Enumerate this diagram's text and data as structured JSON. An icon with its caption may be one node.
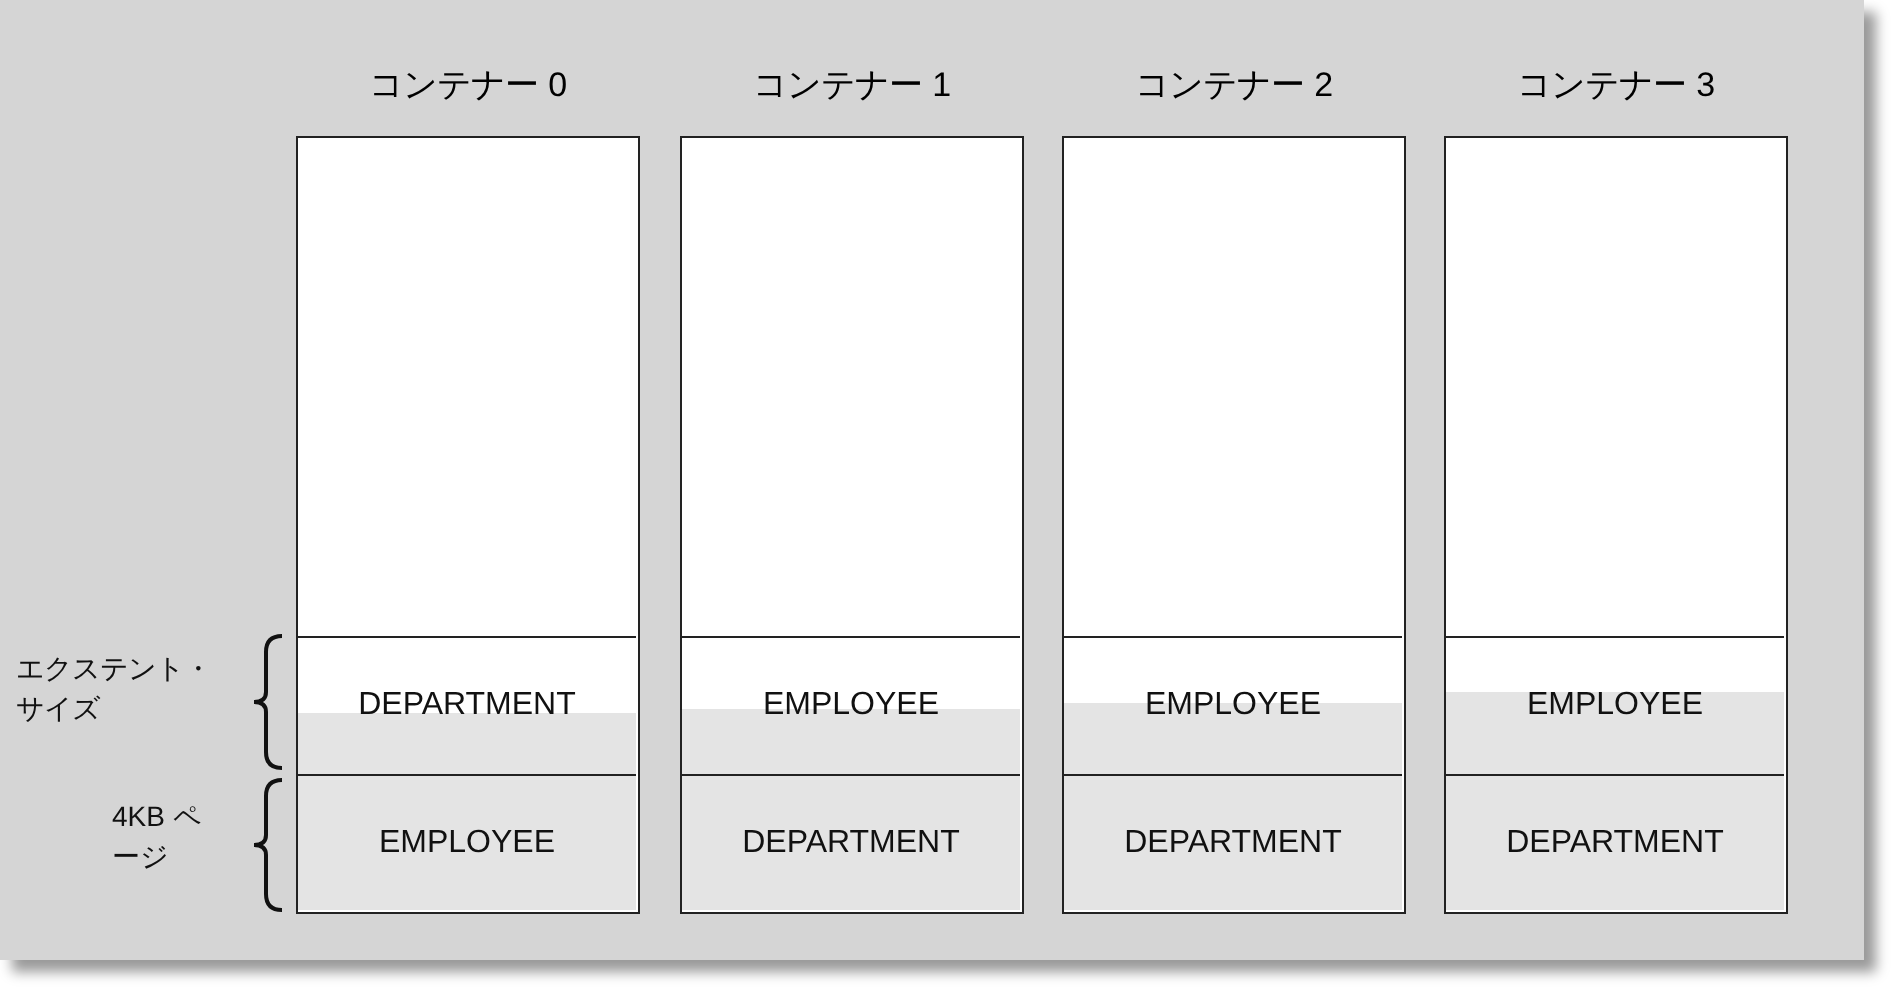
{
  "diagram": {
    "nodes": [
      {
        "text": [
          "コンテナー 0"
        ]
      },
      {
        "text": [
          "DEPARTMENT"
        ],
        "in": 0
      },
      {
        "text": [
          "EMPLOYEE"
        ],
        "in": 0
      },
      {
        "text": [
          "コンテナー 1"
        ]
      },
      {
        "text": [
          "EMPLOYEE"
        ],
        "in": 3
      },
      {
        "text": [
          "DEPARTMENT"
        ],
        "in": 3
      },
      {
        "text": [
          "コンテナー 2"
        ]
      },
      {
        "text": [
          "EMPLOYEE"
        ],
        "in": 6
      },
      {
        "text": [
          "DEPARTMENT"
        ],
        "in": 6
      },
      {
        "text": [
          "コンテナー 3"
        ]
      },
      {
        "text": [
          "EMPLOYEE"
        ],
        "in": 9
      },
      {
        "text": [
          "DEPARTMENT"
        ],
        "in": 9
      }
    ],
    "labels": [
      "エクステント・サイズ",
      "4KB ページ"
    ]
  }
}
